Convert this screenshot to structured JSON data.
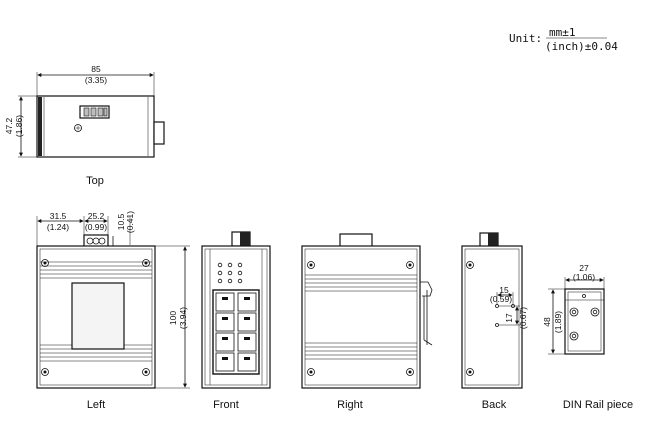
{
  "unit": {
    "prefix": "Unit:",
    "numerator": "mm±1",
    "denominator": "(inch)±0.04"
  },
  "top_view": {
    "label": "Top",
    "width_mm": "85",
    "width_in": "(3.35)",
    "height_mm": "47.2",
    "height_in": "(1.86)"
  },
  "left_view": {
    "label": "Left",
    "dim_a_mm": "31.5",
    "dim_a_in": "(1.24)",
    "dim_b_mm": "25.2",
    "dim_b_in": "(0.99)",
    "dim_c_mm": "10.5",
    "dim_c_in": "(0.41)",
    "height_mm": "100",
    "height_in": "(3.94)"
  },
  "front_view": {
    "label": "Front"
  },
  "right_view": {
    "label": "Right"
  },
  "back_view": {
    "label": "Back",
    "dim_a_mm": "15",
    "dim_a_in": "(0.59)",
    "dim_b_mm": "17",
    "dim_b_in": "(0.67)"
  },
  "din_rail": {
    "label": "DIN Rail piece",
    "width_mm": "27",
    "width_in": "(1.06)",
    "height_mm": "48",
    "height_in": "(1.89)"
  }
}
